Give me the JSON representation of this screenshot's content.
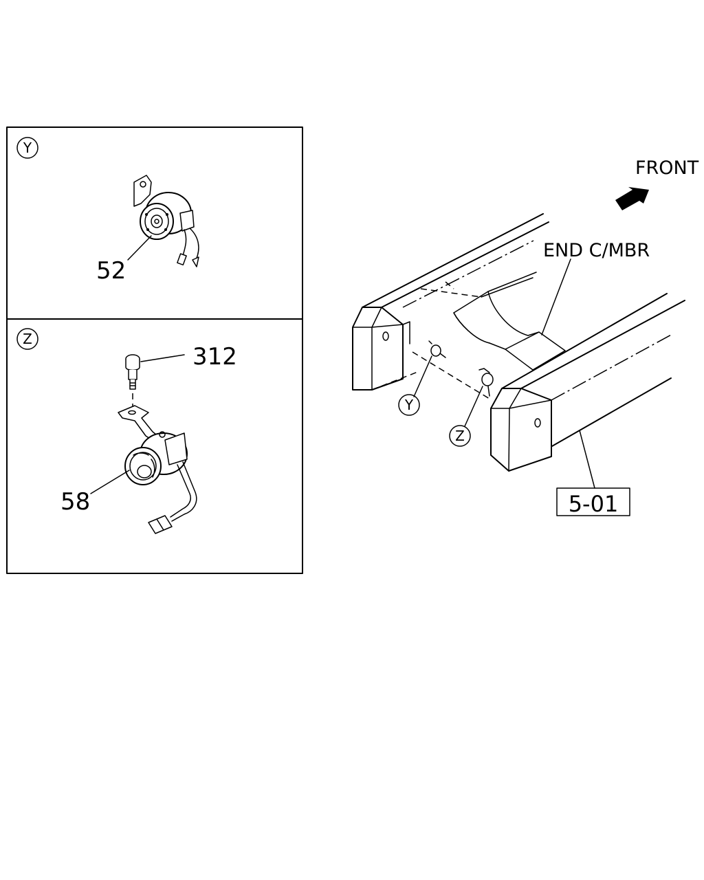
{
  "views": {
    "y": {
      "view_label": "Y",
      "part_number": "52"
    },
    "z": {
      "view_label": "Z",
      "part_numbers": {
        "bolt": "312",
        "sensor": "58"
      }
    }
  },
  "main": {
    "direction_label": "FRONT",
    "member_label": "END C/MBR",
    "reference_code": "5-01",
    "callouts": {
      "y": "Y",
      "z": "Z"
    }
  }
}
